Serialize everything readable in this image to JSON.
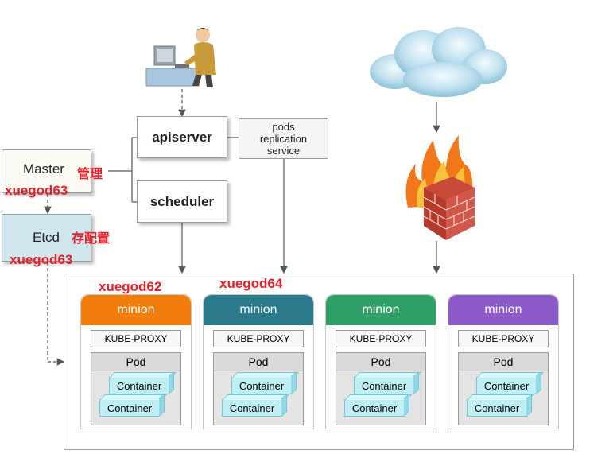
{
  "nodes": {
    "apiserver": "apiserver",
    "scheduler": "scheduler",
    "service_lines": [
      "pods",
      "replication",
      "service"
    ],
    "master": "Master",
    "master_cn": "管理",
    "master_host": "xuegod63",
    "etcd": "Etcd",
    "etcd_cn": "存配置",
    "etcd_host": "xuegod63"
  },
  "cluster_labels": {
    "first": "xuegod62",
    "second": "xuegod64"
  },
  "minions": [
    {
      "title": "minion",
      "color": "#f27d0b",
      "proxy": "KUBE-PROXY",
      "pod": "Pod",
      "containers": [
        "Container",
        "Container"
      ]
    },
    {
      "title": "minion",
      "color": "#2a7a8c",
      "proxy": "KUBE-PROXY",
      "pod": "Pod",
      "containers": [
        "Container",
        "Container"
      ]
    },
    {
      "title": "minion",
      "color": "#2fa067",
      "proxy": "KUBE-PROXY",
      "pod": "Pod",
      "containers": [
        "Container",
        "Container"
      ]
    },
    {
      "title": "minion",
      "color": "#8c5ac8",
      "proxy": "KUBE-PROXY",
      "pod": "Pod",
      "containers": [
        "Container",
        "Container"
      ]
    }
  ],
  "icons": [
    "user-at-computer-icon",
    "cloud-icon",
    "firewall-icon"
  ],
  "colors": {
    "label_red": "#e8202a",
    "master_bg": "#fbfbf3",
    "etcd_bg": "#cfe6ef"
  }
}
